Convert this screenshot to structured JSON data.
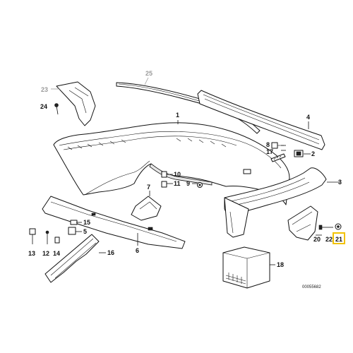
{
  "diagram": {
    "callouts": {
      "c1": "1",
      "c2": "2",
      "c3": "3",
      "c4": "4",
      "c5": "5",
      "c6": "6",
      "c7": "7",
      "c8": "8",
      "c9": "9",
      "c10": "10",
      "c11": "11",
      "c12": "12",
      "c13": "13",
      "c14": "14",
      "c15": "15",
      "c16": "16",
      "c17": "17",
      "c18": "18",
      "c20": "20",
      "c21": "21",
      "c22": "22",
      "c23": "23",
      "c24": "24",
      "c25": "25"
    },
    "highlighted_callout": "21",
    "drawing_code": "00055682",
    "colors": {
      "line": "#111111",
      "faded": "#9a9a9a",
      "highlight": "#f2c200"
    }
  }
}
